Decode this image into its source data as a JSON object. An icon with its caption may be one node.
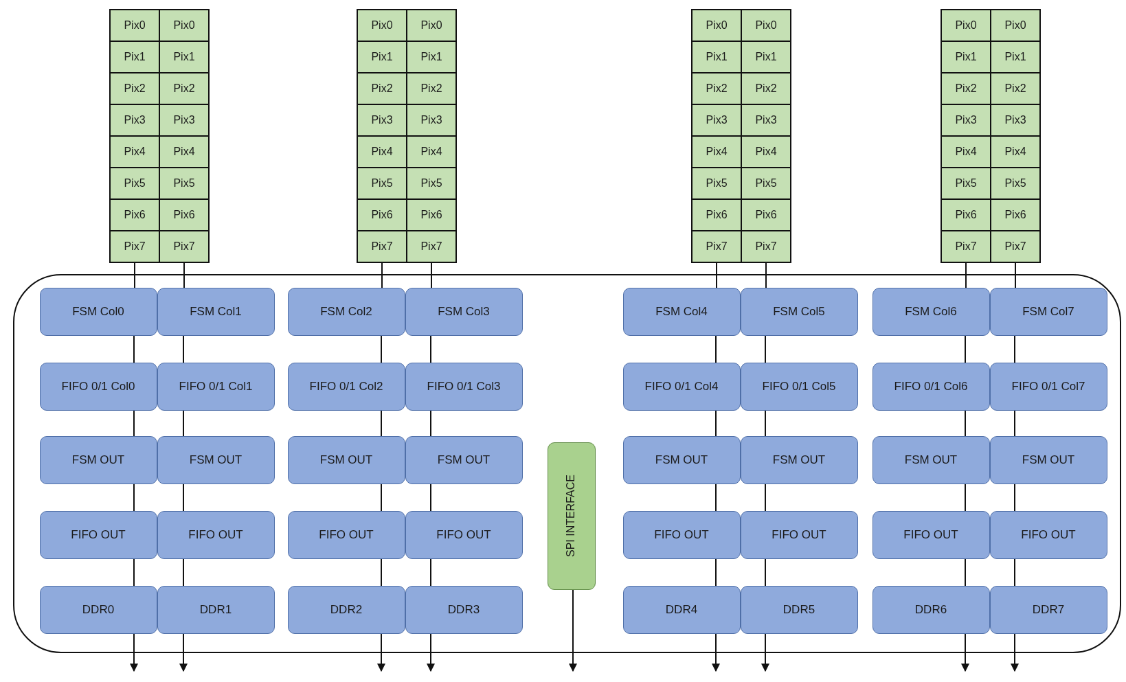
{
  "diagram": {
    "nodes": [
      {
        "text": [
          "Pix0"
        ]
      },
      {
        "text": [
          "Pix0"
        ]
      },
      {
        "text": [
          "Pix1"
        ]
      },
      {
        "text": [
          "Pix1"
        ]
      },
      {
        "text": [
          "Pix2"
        ]
      },
      {
        "text": [
          "Pix2"
        ]
      },
      {
        "text": [
          "Pix3"
        ]
      },
      {
        "text": [
          "Pix3"
        ]
      },
      {
        "text": [
          "Pix4"
        ]
      },
      {
        "text": [
          "Pix4"
        ]
      },
      {
        "text": [
          "Pix5"
        ]
      },
      {
        "text": [
          "Pix5"
        ]
      },
      {
        "text": [
          "Pix6"
        ]
      },
      {
        "text": [
          "Pix6"
        ]
      },
      {
        "text": [
          "Pix7"
        ]
      },
      {
        "text": [
          "Pix7"
        ]
      },
      {
        "text": [
          "Pix0"
        ]
      },
      {
        "text": [
          "Pix0"
        ]
      },
      {
        "text": [
          "Pix1"
        ]
      },
      {
        "text": [
          "Pix1"
        ]
      },
      {
        "text": [
          "Pix2"
        ]
      },
      {
        "text": [
          "Pix2"
        ]
      },
      {
        "text": [
          "Pix3"
        ]
      },
      {
        "text": [
          "Pix3"
        ]
      },
      {
        "text": [
          "Pix4"
        ]
      },
      {
        "text": [
          "Pix4"
        ]
      },
      {
        "text": [
          "Pix5"
        ]
      },
      {
        "text": [
          "Pix5"
        ]
      },
      {
        "text": [
          "Pix6"
        ]
      },
      {
        "text": [
          "Pix6"
        ]
      },
      {
        "text": [
          "Pix7"
        ]
      },
      {
        "text": [
          "Pix7"
        ]
      },
      {
        "text": [
          "Pix0"
        ]
      },
      {
        "text": [
          "Pix0"
        ]
      },
      {
        "text": [
          "Pix1"
        ]
      },
      {
        "text": [
          "Pix1"
        ]
      },
      {
        "text": [
          "Pix2"
        ]
      },
      {
        "text": [
          "Pix2"
        ]
      },
      {
        "text": [
          "Pix3"
        ]
      },
      {
        "text": [
          "Pix3"
        ]
      },
      {
        "text": [
          "Pix4"
        ]
      },
      {
        "text": [
          "Pix4"
        ]
      },
      {
        "text": [
          "Pix5"
        ]
      },
      {
        "text": [
          "Pix5"
        ]
      },
      {
        "text": [
          "Pix6"
        ]
      },
      {
        "text": [
          "Pix6"
        ]
      },
      {
        "text": [
          "Pix7"
        ]
      },
      {
        "text": [
          "Pix7"
        ]
      },
      {
        "text": [
          "Pix0"
        ]
      },
      {
        "text": [
          "Pix0"
        ]
      },
      {
        "text": [
          "Pix1"
        ]
      },
      {
        "text": [
          "Pix1"
        ]
      },
      {
        "text": [
          "Pix2"
        ]
      },
      {
        "text": [
          "Pix2"
        ]
      },
      {
        "text": [
          "Pix3"
        ]
      },
      {
        "text": [
          "Pix3"
        ]
      },
      {
        "text": [
          "Pix4"
        ]
      },
      {
        "text": [
          "Pix4"
        ]
      },
      {
        "text": [
          "Pix5"
        ]
      },
      {
        "text": [
          "Pix5"
        ]
      },
      {
        "text": [
          "Pix6"
        ]
      },
      {
        "text": [
          "Pix6"
        ]
      },
      {
        "text": [
          "Pix7"
        ]
      },
      {
        "text": [
          "Pix7"
        ]
      },
      {
        "text": [],
        "shape": "box"
      },
      {
        "text": [
          "FSM Col0"
        ],
        "in": 64
      },
      {
        "text": [
          "FSM Col1"
        ],
        "in": 64
      },
      {
        "text": [
          "FSM Col2"
        ],
        "in": 64
      },
      {
        "text": [
          "FSM Col3"
        ],
        "in": 64
      },
      {
        "text": [
          "FSM Col4"
        ],
        "in": 64
      },
      {
        "text": [
          "FSM Col5"
        ],
        "in": 64
      },
      {
        "text": [
          "FSM Col6"
        ],
        "in": 64
      },
      {
        "text": [
          "FSM Col7"
        ],
        "in": 64
      },
      {
        "text": [
          "FIFO 0/1 Col0"
        ],
        "in": 64
      },
      {
        "text": [
          "FIFO 0/1 Col1"
        ],
        "in": 64
      },
      {
        "text": [
          "FIFO 0/1 Col2"
        ],
        "in": 64
      },
      {
        "text": [
          "FIFO 0/1 Col3"
        ],
        "in": 64
      },
      {
        "text": [
          "FIFO 0/1 Col4"
        ],
        "in": 64
      },
      {
        "text": [
          "FIFO 0/1 Col5"
        ],
        "in": 64
      },
      {
        "text": [
          "FIFO 0/1 Col6"
        ],
        "in": 64
      },
      {
        "text": [
          "FIFO 0/1 Col7"
        ],
        "in": 64
      },
      {
        "text": [
          "FSM OUT"
        ],
        "in": 64
      },
      {
        "text": [
          "FSM OUT"
        ],
        "in": 64
      },
      {
        "text": [
          "FSM OUT"
        ],
        "in": 64
      },
      {
        "text": [
          "FSM OUT"
        ],
        "in": 64
      },
      {
        "text": [
          "FSM OUT"
        ],
        "in": 64
      },
      {
        "text": [
          "FSM OUT"
        ],
        "in": 64
      },
      {
        "text": [
          "FSM OUT"
        ],
        "in": 64
      },
      {
        "text": [
          "FSM OUT"
        ],
        "in": 64
      },
      {
        "text": [
          "FIFO OUT"
        ],
        "in": 64
      },
      {
        "text": [
          "FIFO OUT"
        ],
        "in": 64
      },
      {
        "text": [
          "FIFO OUT"
        ],
        "in": 64
      },
      {
        "text": [
          "FIFO OUT"
        ],
        "in": 64
      },
      {
        "text": [
          "FIFO OUT"
        ],
        "in": 64
      },
      {
        "text": [
          "FIFO OUT"
        ],
        "in": 64
      },
      {
        "text": [
          "FIFO OUT"
        ],
        "in": 64
      },
      {
        "text": [
          "FIFO OUT"
        ],
        "in": 64
      },
      {
        "text": [
          "DDR0"
        ],
        "in": 64
      },
      {
        "text": [
          "DDR1"
        ],
        "in": 64
      },
      {
        "text": [
          "DDR2"
        ],
        "in": 64
      },
      {
        "text": [
          "DDR3"
        ],
        "in": 64
      },
      {
        "text": [
          "DDR4"
        ],
        "in": 64
      },
      {
        "text": [
          "DDR5"
        ],
        "in": 64
      },
      {
        "text": [
          "DDR6"
        ],
        "in": 64
      },
      {
        "text": [
          "DDR7"
        ],
        "in": 64
      },
      {
        "text": [
          "SPI INTERFACE"
        ],
        "in": 64
      }
    ],
    "edges": [
      {
        "from": 14,
        "to": 65,
        "arrow": "none"
      },
      {
        "from": 15,
        "to": 66,
        "arrow": "none"
      },
      {
        "from": 30,
        "to": 67,
        "arrow": "none"
      },
      {
        "from": 31,
        "to": 68,
        "arrow": "none"
      },
      {
        "from": 46,
        "to": 69,
        "arrow": "none"
      },
      {
        "from": 47,
        "to": 70,
        "arrow": "none"
      },
      {
        "from": 62,
        "to": 71,
        "arrow": "none"
      },
      {
        "from": 63,
        "to": 72,
        "arrow": "none"
      },
      {
        "from": 65,
        "to": 73,
        "arrow": "none"
      },
      {
        "from": 66,
        "to": 74,
        "arrow": "none"
      },
      {
        "from": 67,
        "to": 75,
        "arrow": "none"
      },
      {
        "from": 68,
        "to": 76,
        "arrow": "none"
      },
      {
        "from": 69,
        "to": 77,
        "arrow": "none"
      },
      {
        "from": 70,
        "to": 78,
        "arrow": "none"
      },
      {
        "from": 71,
        "to": 79,
        "arrow": "none"
      },
      {
        "from": 72,
        "to": 80,
        "arrow": "none"
      },
      {
        "from": 73,
        "to": 81,
        "arrow": "none"
      },
      {
        "from": 74,
        "to": 82,
        "arrow": "none"
      },
      {
        "from": 75,
        "to": 83,
        "arrow": "none"
      },
      {
        "from": 76,
        "to": 84,
        "arrow": "none"
      },
      {
        "from": 77,
        "to": 85,
        "arrow": "none"
      },
      {
        "from": 78,
        "to": 86,
        "arrow": "none"
      },
      {
        "from": 79,
        "to": 87,
        "arrow": "none"
      },
      {
        "from": 80,
        "to": 88,
        "arrow": "none"
      },
      {
        "from": 81,
        "to": 89,
        "arrow": "none"
      },
      {
        "from": 82,
        "to": 90,
        "arrow": "none"
      },
      {
        "from": 83,
        "to": 91,
        "arrow": "none"
      },
      {
        "from": 84,
        "to": 92,
        "arrow": "none"
      },
      {
        "from": 85,
        "to": 93,
        "arrow": "none"
      },
      {
        "from": 86,
        "to": 94,
        "arrow": "none"
      },
      {
        "from": 87,
        "to": 95,
        "arrow": "none"
      },
      {
        "from": 88,
        "to": 96,
        "arrow": "none"
      },
      {
        "from": 89,
        "to": 97,
        "arrow": "none"
      },
      {
        "from": 90,
        "to": 98,
        "arrow": "none"
      },
      {
        "from": 91,
        "to": 99,
        "arrow": "none"
      },
      {
        "from": 92,
        "to": 100,
        "arrow": "none"
      },
      {
        "from": 93,
        "to": 101,
        "arrow": "none"
      },
      {
        "from": 94,
        "to": 102,
        "arrow": "none"
      },
      {
        "from": 95,
        "to": 103,
        "arrow": "none"
      },
      {
        "from": 96,
        "to": 104,
        "arrow": "none"
      },
      {
        "from": 97,
        "to": null,
        "arrow": "to"
      },
      {
        "from": 98,
        "to": null,
        "arrow": "to"
      },
      {
        "from": 99,
        "to": null,
        "arrow": "to"
      },
      {
        "from": 100,
        "to": null,
        "arrow": "to"
      },
      {
        "from": 101,
        "to": null,
        "arrow": "to"
      },
      {
        "from": 102,
        "to": null,
        "arrow": "to"
      },
      {
        "from": 103,
        "to": null,
        "arrow": "to"
      },
      {
        "from": 104,
        "to": null,
        "arrow": "to"
      },
      {
        "from": 105,
        "to": null,
        "arrow": "to"
      }
    ]
  }
}
